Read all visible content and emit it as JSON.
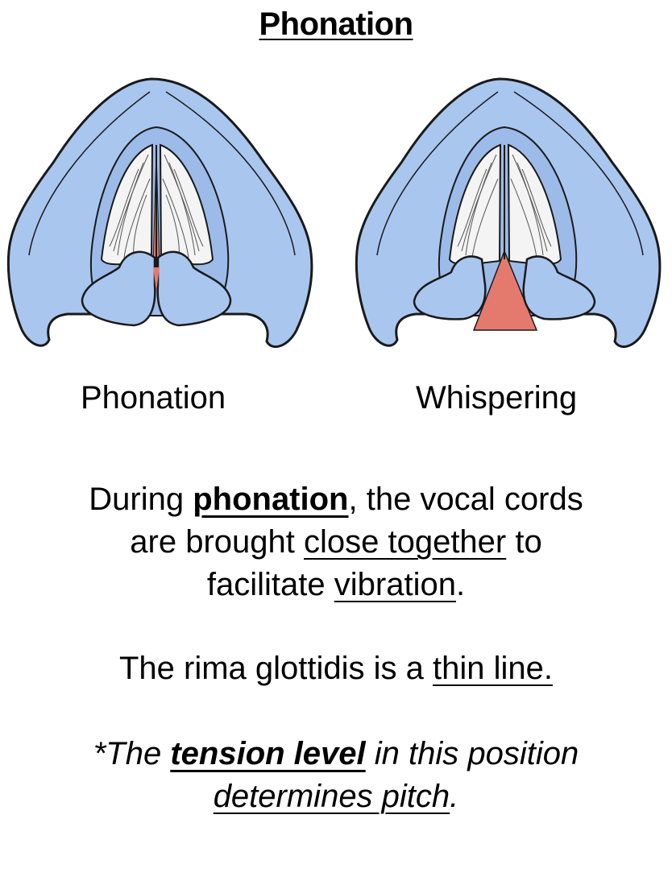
{
  "title": "Phonation",
  "figures": {
    "left": {
      "caption": "Phonation",
      "glottis": "closed"
    },
    "right": {
      "caption": "Whispering",
      "glottis": "triangle-open"
    }
  },
  "paragraph1": {
    "t1": "During ",
    "t2": "phonation",
    "t3": ", the vocal cords",
    "t4": "are brought ",
    "t5": "close together",
    "t6": " to",
    "t7": "facilitate ",
    "t8": "vibration",
    "t9": "."
  },
  "paragraph2": {
    "t1": "The rima glottidis is a ",
    "t2": "thin line."
  },
  "paragraph3": {
    "t1": "*The ",
    "t2": "tension level",
    "t3": " in this position",
    "t4": "determines pitch",
    "t5": "."
  },
  "colors": {
    "cartilage": "#a9c6ef",
    "cartilage_dark": "#7ea5dc",
    "glottis": "#e47a6d",
    "cord": "#f4f4f4",
    "outline": "#1a1a1a"
  }
}
